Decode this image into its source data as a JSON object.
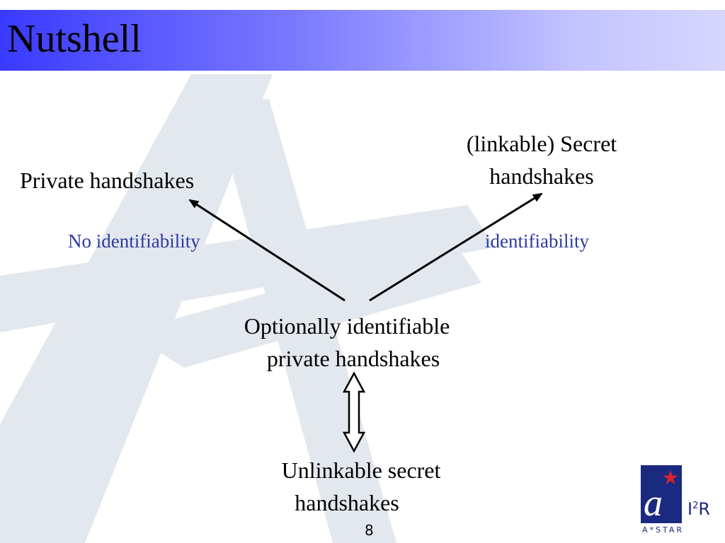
{
  "slide": {
    "title": "Nutshell",
    "page_number": "8"
  },
  "nodes": {
    "private": "Private handshakes",
    "secret_line1": "(linkable) Secret",
    "secret_line2": "handshakes",
    "optional_line1": "Optionally identifiable",
    "optional_line2": "private handshakes",
    "unlinkable_line1": "Unlinkable secret",
    "unlinkable_line2": "handshakes"
  },
  "edges": {
    "left_label": "No identifiability",
    "right_label": "identifiability"
  },
  "logo": {
    "mark": "a",
    "org": "I²R",
    "org_base": "I",
    "org_sup": "2",
    "org_tail": "R",
    "tagline": "A*STAR"
  },
  "colors": {
    "edge_label": "#2e3a9e",
    "title_gradient_start": "#3a3aff",
    "title_gradient_end": "#d6d6ff",
    "watermark": "#e3e7ee",
    "logo_blue": "#1a2a80",
    "logo_star": "#d9232e"
  }
}
